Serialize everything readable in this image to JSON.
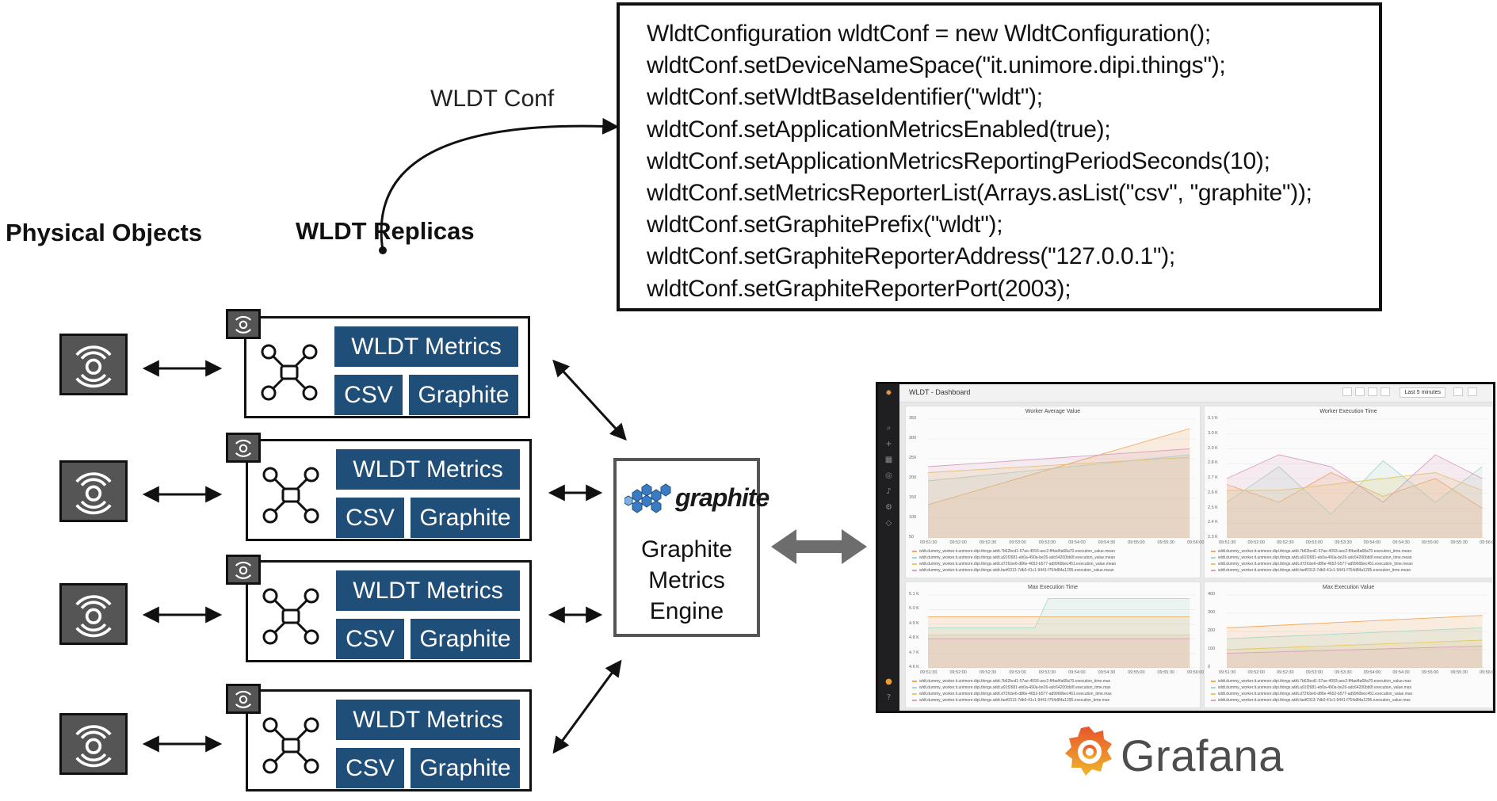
{
  "headings": {
    "physical_objects": "Physical Objects",
    "wldt_replicas": "WLDT Replicas",
    "wldt_conf": "WLDT Conf"
  },
  "config_code": [
    "WldtConfiguration wldtConf = new WldtConfiguration();",
    "wldtConf.setDeviceNameSpace(\"it.unimore.dipi.things\");",
    "wldtConf.setWldtBaseIdentifier(\"wldt\");",
    "wldtConf.setApplicationMetricsEnabled(true);",
    "wldtConf.setApplicationMetricsReportingPeriodSeconds(10);",
    "wldtConf.setMetricsReporterList(Arrays.asList(\"csv\", \"graphite\"));",
    "wldtConf.setGraphitePrefix(\"wldt\");",
    "wldtConf.setGraphiteReporterAddress(\"127.0.0.1\");",
    "wldtConf.setGraphiteReporterPort(2003);"
  ],
  "replicas": [
    {
      "metrics": "WLDT Metrics",
      "csv": "CSV",
      "graphite": "Graphite"
    },
    {
      "metrics": "WLDT Metrics",
      "csv": "CSV",
      "graphite": "Graphite"
    },
    {
      "metrics": "WLDT Metrics",
      "csv": "CSV",
      "graphite": "Graphite"
    },
    {
      "metrics": "WLDT Metrics",
      "csv": "CSV",
      "graphite": "Graphite"
    }
  ],
  "engine": {
    "logo_text": "graphite",
    "line1": "Graphite",
    "line2": "Metrics",
    "line3": "Engine"
  },
  "grafana": {
    "wordmark": "Grafana",
    "dashboard_title": "WLDT - Dashboard",
    "time_range": "Last 5 minutes",
    "x_ticks": [
      "09:51:30",
      "09:52:00",
      "09:52:30",
      "09:53:00",
      "09:53:30",
      "09:54:00",
      "09:54:30",
      "09:55:00",
      "09:55:30",
      "09:56:00"
    ],
    "panels": [
      {
        "title": "Worker Average Value",
        "y_ticks": [
          "350",
          "300",
          "250",
          "200",
          "150",
          "100",
          "50"
        ],
        "legend": [
          "wldt.dummy_worker.it.unimore.dipi.things.wldt.7b62bcd1-57ae-4093-aec2-ff4ad4a68a70.execution_value.mean",
          "wldt.dummy_worker.it.unimore.dipi.things.wldt.a91f2681-eb0a-490a-be26-adc64200bb0f.execution_value.mean",
          "wldt.dummy_worker.it.unimore.dipi.things.wldt.d72fcbe6-d86e-4652-b577-ad9960bec451.execution_value.mean",
          "wldt.dummy_worker.it.unimore.dipi.things.wldt.faef0313-7db0-41c1-9441-f754d84a1295.execution_value.mean"
        ]
      },
      {
        "title": "Worker Execution Time",
        "y_ticks": [
          "3.1 K",
          "3.0 K",
          "2.9 K",
          "2.8 K",
          "2.7 K",
          "2.6 K",
          "2.5 K",
          "2.4 K",
          "2.3 K"
        ],
        "legend": [
          "wldt.dummy_worker.it.unimore.dipi.things.wldt.7b62bcd1-57ae-4093-aec2-ff4ad4a68a70.execution_time.mean",
          "wldt.dummy_worker.it.unimore.dipi.things.wldt.a91f2681-eb0a-490a-be26-adc64200bb0f.execution_time.mean",
          "wldt.dummy_worker.it.unimore.dipi.things.wldt.d72fcbe6-d86e-4652-b577-ad9960bec451.execution_time.mean",
          "wldt.dummy_worker.it.unimore.dipi.things.wldt.faef0313-7db0-41c1-9441-f754d84a1295.execution_time.mean"
        ]
      },
      {
        "title": "Max Execution Time",
        "y_ticks": [
          "5.1 K",
          "5.0 K",
          "4.9 K",
          "4.8 K",
          "4.7 K",
          "4.6 K"
        ],
        "legend": [
          "wldt.dummy_worker.it.unimore.dipi.things.wldt.7b62bcd1-57ae-4093-aec2-ff4ad4a68a70.execution_time.max",
          "wldt.dummy_worker.it.unimore.dipi.things.wldt.a91f2681-eb0a-490a-be26-adc64200bb0f.execution_time.max",
          "wldt.dummy_worker.it.unimore.dipi.things.wldt.d72fcbe6-d86e-4652-b577-ad9960bec451.execution_time.max",
          "wldt.dummy_worker.it.unimore.dipi.things.wldt.faef0313-7db0-41c1-9441-f754d84a1295.execution_time.max"
        ]
      },
      {
        "title": "Max Execution Value",
        "y_ticks": [
          "400",
          "300",
          "200",
          "100",
          "0"
        ],
        "legend": [
          "wldt.dummy_worker.it.unimore.dipi.things.wldt.7b62bcd1-57ae-4093-aec2-ff4ad4a68a70.execution_value.max",
          "wldt.dummy_worker.it.unimore.dipi.things.wldt.a91f2681-eb0a-490a-be26-adc64200bb0f.execution_value.max",
          "wldt.dummy_worker.it.unimore.dipi.things.wldt.d72fcbe6-d86e-4652-b577-ad9960bec451.execution_value.max",
          "wldt.dummy_worker.it.unimore.dipi.things.wldt.faef0313-7db0-41c1-9441-f754d84a1295.execution_value.max"
        ]
      }
    ]
  },
  "colors": {
    "tag_blue": "#1f4e79",
    "device_gray": "#555555",
    "series": [
      "#f2a65a",
      "#a8d8c8",
      "#e8c86a",
      "#d9a0c0"
    ]
  }
}
